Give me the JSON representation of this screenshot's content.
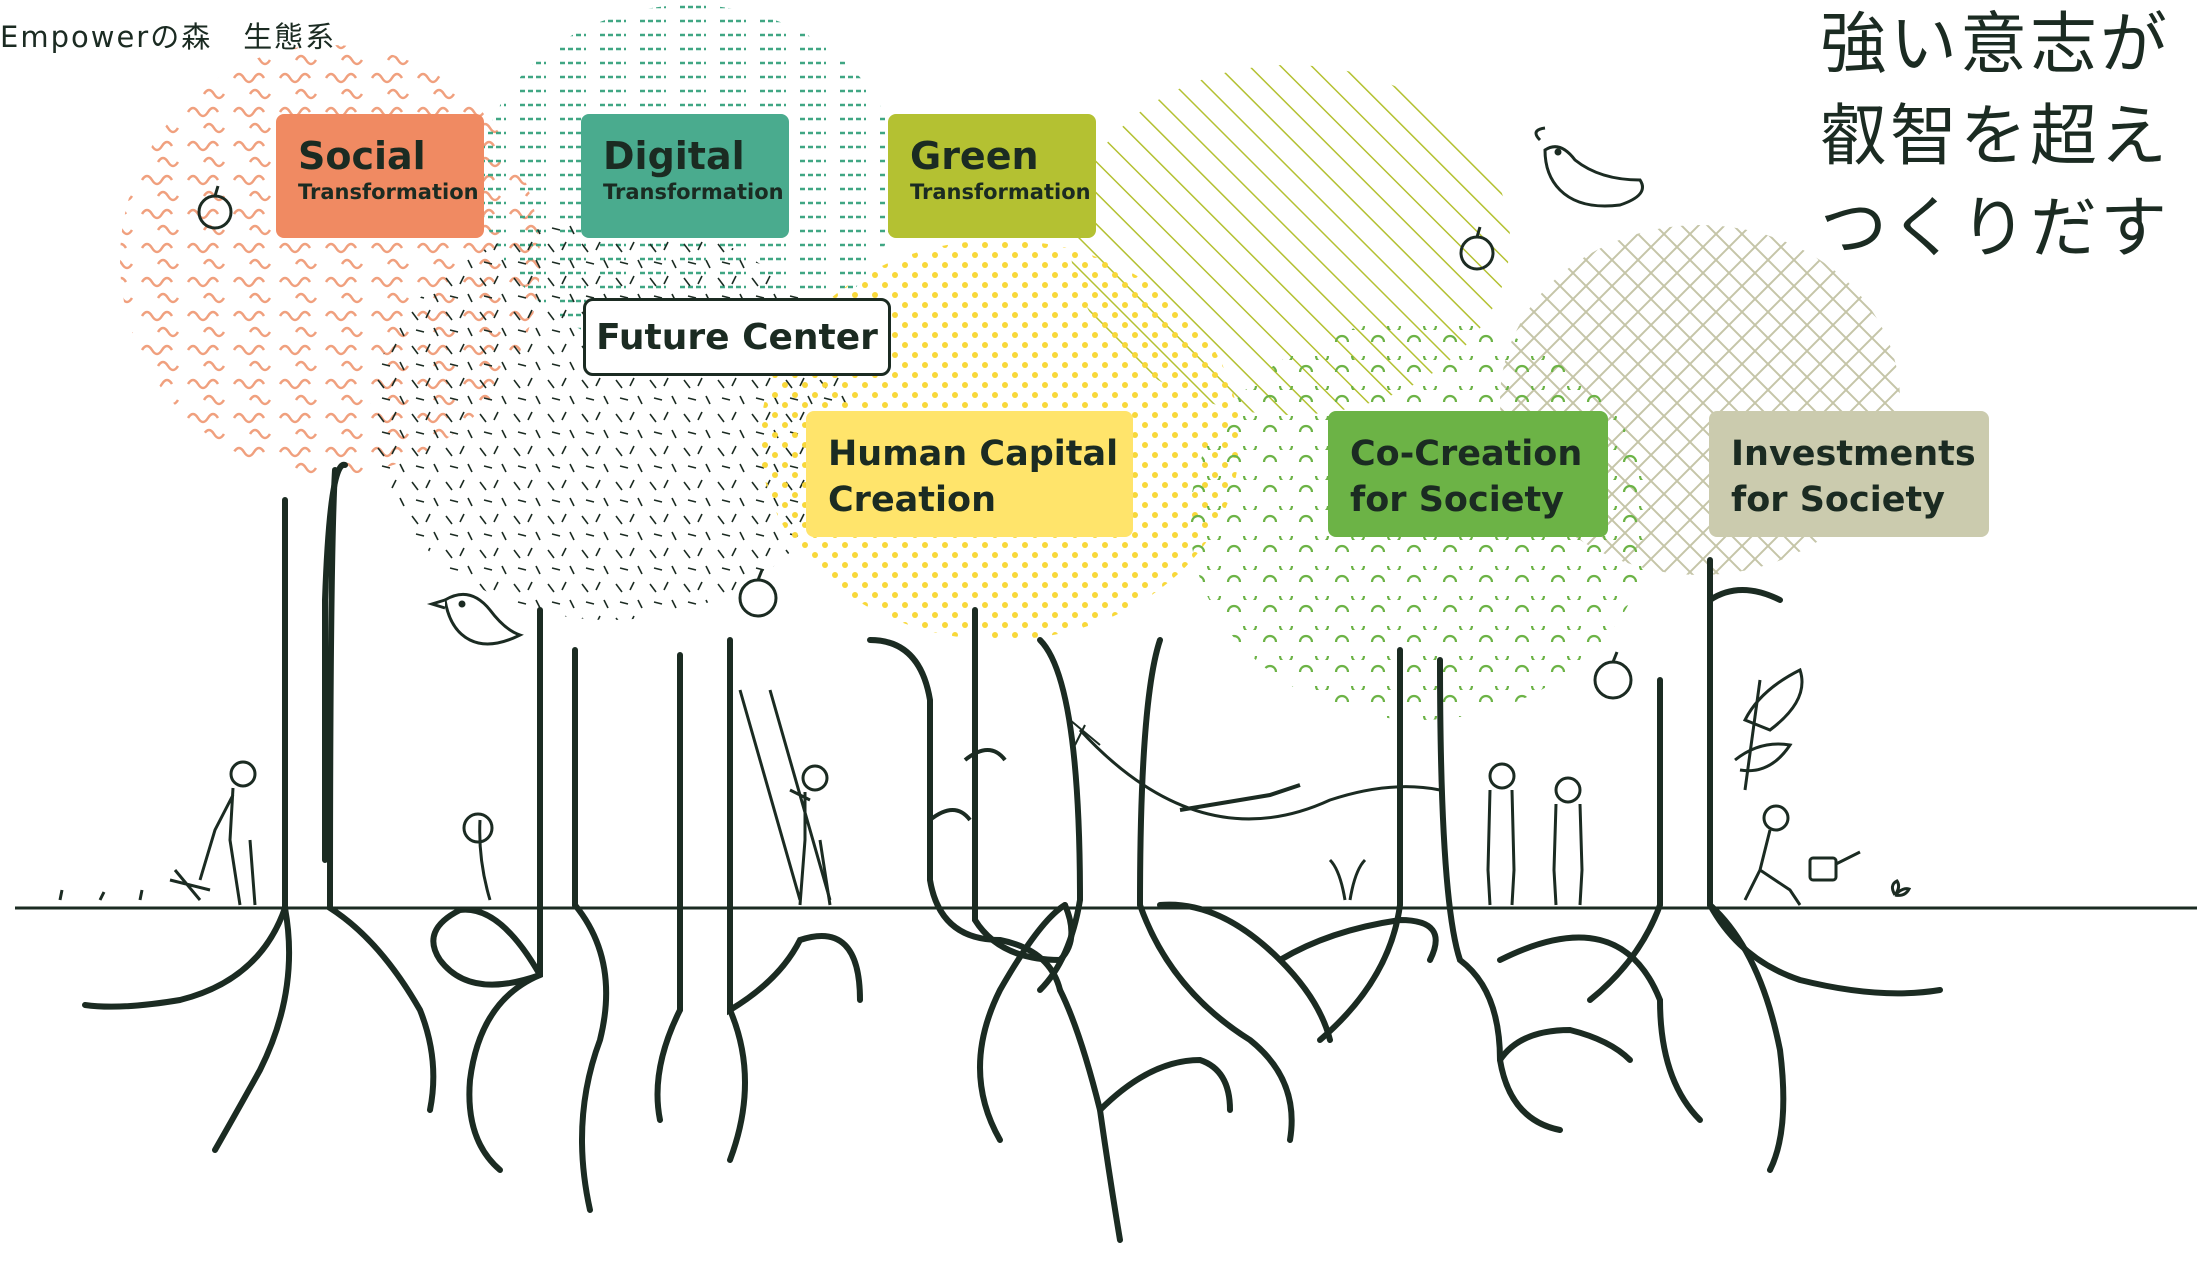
{
  "page_title": "Empowerの森　生態系",
  "headline": {
    "lines": [
      "強い意志が",
      "叡智を超え",
      "つくりだす"
    ]
  },
  "labels": {
    "social": {
      "title": "Social",
      "subtitle": "Transformation",
      "color": "#F08A62"
    },
    "digital": {
      "title": "Digital",
      "subtitle": "Transformation",
      "color": "#4AAB8E"
    },
    "green": {
      "title": "Green",
      "subtitle": "Transformation",
      "color": "#B4C132"
    },
    "future_center": {
      "title": "Future Center"
    },
    "human_capital": {
      "line1": "Human Capital",
      "line2": "Creation",
      "color": "#FFE46B"
    },
    "co_creation": {
      "line1": "Co-Creation",
      "line2": "for Society",
      "color": "#6CB346"
    },
    "investments": {
      "line1": "Investments",
      "line2": "for Society",
      "color": "#CBCBAE"
    }
  },
  "colors": {
    "ink": "#1B2B22",
    "social_pattern": "#F0A07E",
    "digital_pattern": "#3FA683",
    "green_pattern": "#B4C132",
    "human_pattern": "#F8D83A",
    "co_creation_pattern": "#6CB346",
    "investments_pattern": "#C5C5A8"
  },
  "icons": [
    "apple-icon",
    "bird-icon",
    "dove-icon",
    "person-icon",
    "ladder-icon",
    "hammock-icon",
    "plant-icon",
    "watering-can-icon"
  ]
}
